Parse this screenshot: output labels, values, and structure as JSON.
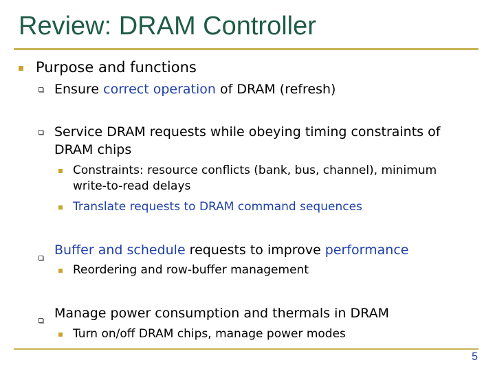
{
  "slide": {
    "title": "Review: DRAM Controller",
    "page_number": "5"
  },
  "bullets": {
    "b1": {
      "text": "Purpose and functions"
    },
    "b1_1": {
      "pre": "Ensure ",
      "hl": "correct operation",
      "post": " of DRAM (refresh)"
    },
    "b1_2": {
      "line1": "Service DRAM requests while obeying timing constraints of",
      "line2": "DRAM chips"
    },
    "b1_2_1": {
      "line1": "Constraints: resource conflicts (bank, bus, channel), minimum",
      "line2": "write-to-read delays"
    },
    "b1_2_2": {
      "text": "Translate requests to DRAM command sequences"
    },
    "b1_3": {
      "hl1": "Buffer and schedule",
      "mid": " requests to improve ",
      "hl2": "performance"
    },
    "b1_3_1": {
      "text": "Reordering and row-buffer management"
    },
    "b1_4": {
      "text": "Manage power consumption and thermals in DRAM"
    },
    "b1_4_1": {
      "text": "Turn on/off DRAM chips, manage power modes"
    }
  },
  "colors": {
    "title": "#1f5c46",
    "accent_rule": "#c8b456",
    "bullet": "#c8a52d",
    "highlight": "#1e3fa8"
  }
}
